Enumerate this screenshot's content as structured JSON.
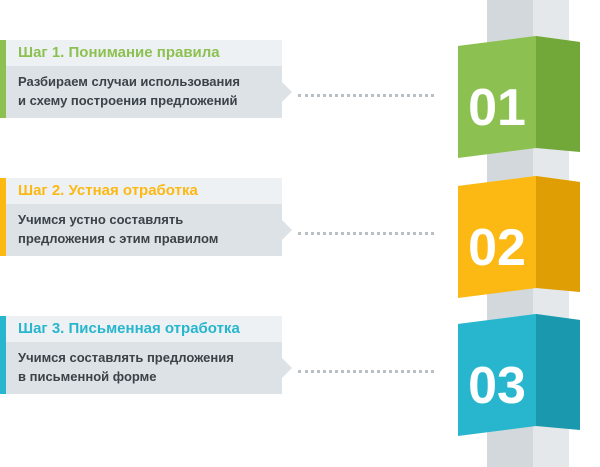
{
  "steps": [
    {
      "title": "Шаг 1.  Понимание правила",
      "desc_line1": "Разбираем случаи использования",
      "desc_line2": "и схему построения предложений",
      "number": "01",
      "color": "#8cc152",
      "color_dark": "#72a83a"
    },
    {
      "title": "Шаг 2. Устная отработка",
      "desc_line1": "Учимся устно составлять",
      "desc_line2": "предложения с этим правилом",
      "number": "02",
      "color": "#fcb813",
      "color_dark": "#e09e05"
    },
    {
      "title": "Шаг 3. Письменная отработка",
      "desc_line1": "Учимся составлять предложения",
      "desc_line2": "в письменной форме",
      "number": "03",
      "color": "#27b6ce",
      "color_dark": "#1a98ad"
    }
  ],
  "colors": {
    "pillar": "#d3d8dc",
    "pillar_side": "#e4e8eb",
    "panel": "#dde2e6"
  }
}
